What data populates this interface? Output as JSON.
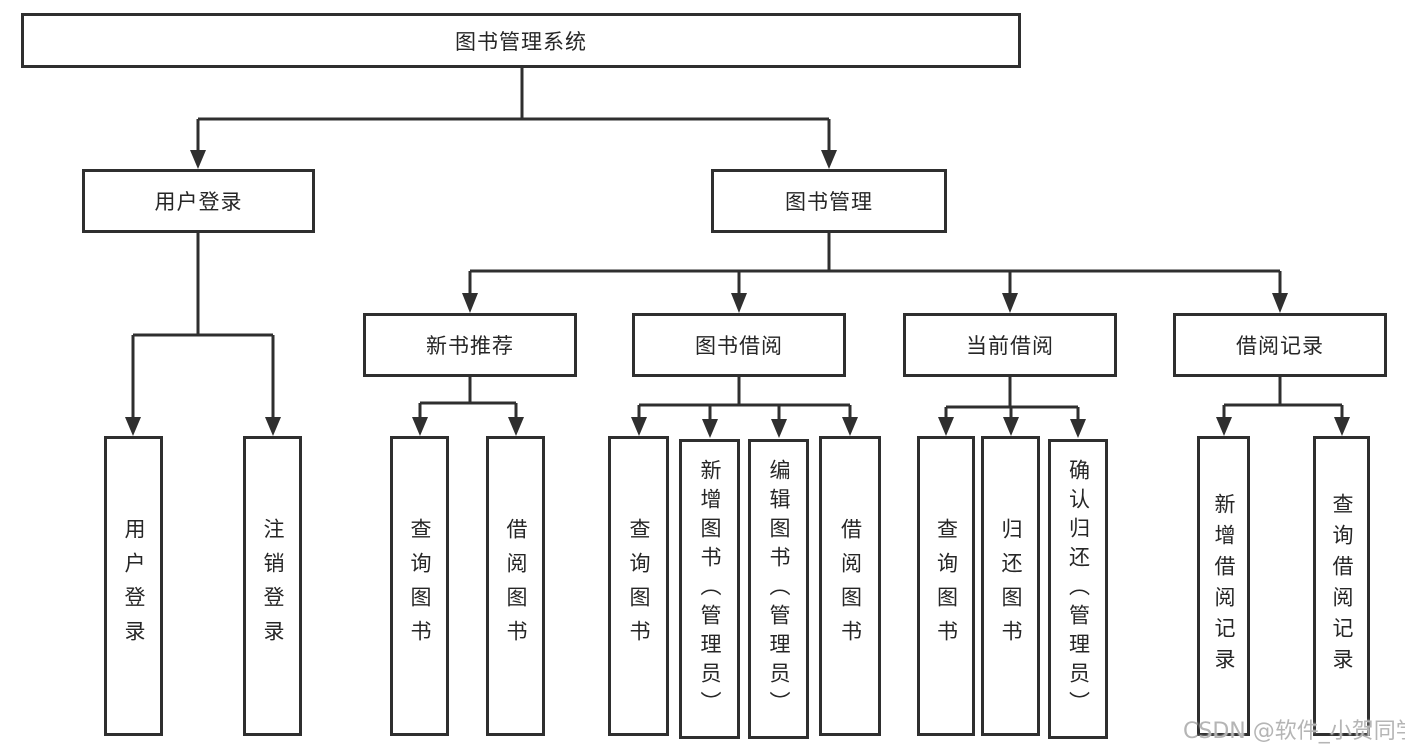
{
  "diagram": {
    "root": {
      "label": "图书管理系统"
    },
    "branches": [
      {
        "label": "用户登录",
        "children": [
          {
            "label": "用户登录"
          },
          {
            "label": "注销登录"
          }
        ]
      },
      {
        "label": "图书管理",
        "children": [
          {
            "label": "新书推荐",
            "children": [
              {
                "label": "查询图书"
              },
              {
                "label": "借阅图书"
              }
            ]
          },
          {
            "label": "图书借阅",
            "children": [
              {
                "label": "查询图书"
              },
              {
                "label": "新增图书（管理员）"
              },
              {
                "label": "编辑图书（管理员）"
              },
              {
                "label": "借阅图书"
              }
            ]
          },
          {
            "label": "当前借阅",
            "children": [
              {
                "label": "查询图书"
              },
              {
                "label": "归还图书"
              },
              {
                "label": "确认归还（管理员）"
              }
            ]
          },
          {
            "label": "借阅记录",
            "children": [
              {
                "label": "新增借阅记录"
              },
              {
                "label": "查询借阅记录"
              }
            ]
          }
        ]
      }
    ]
  },
  "watermark": {
    "text": "CSDN @软件_小贺同学"
  },
  "colors": {
    "line": "#2f2f2f",
    "box_border": "#2f2f2f",
    "box_fill": "#ffffff",
    "text": "#262626",
    "watermark": "#b5b5b5"
  }
}
